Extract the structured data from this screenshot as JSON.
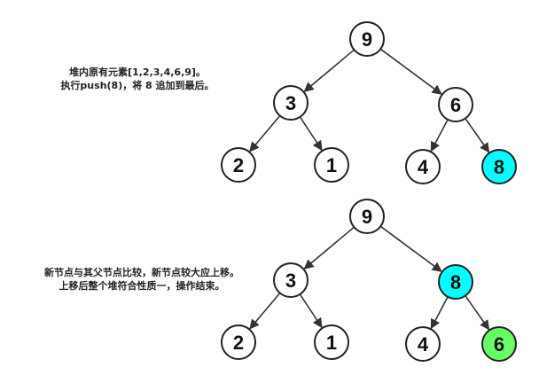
{
  "colors": {
    "node_fill": "#ffffff",
    "node_stroke": "#222222",
    "new_node_fill": "#00ffff",
    "swapped_node_fill": "#66ff66",
    "edge": "#333333",
    "text": "#111111"
  },
  "steps": [
    {
      "caption": [
        "堆内原有元素[1,2,3,4,6,9]。",
        "执行push(8)，将 8 追加到最后。"
      ],
      "nodes": [
        {
          "id": "n0",
          "label": "9",
          "fill": "node_fill"
        },
        {
          "id": "n1",
          "label": "3",
          "fill": "node_fill"
        },
        {
          "id": "n2",
          "label": "6",
          "fill": "node_fill"
        },
        {
          "id": "n3",
          "label": "2",
          "fill": "node_fill"
        },
        {
          "id": "n4",
          "label": "1",
          "fill": "node_fill"
        },
        {
          "id": "n5",
          "label": "4",
          "fill": "node_fill"
        },
        {
          "id": "n6",
          "label": "8",
          "fill": "new_node_fill"
        }
      ],
      "edges": [
        [
          "n0",
          "n1"
        ],
        [
          "n0",
          "n2"
        ],
        [
          "n1",
          "n3"
        ],
        [
          "n1",
          "n4"
        ],
        [
          "n2",
          "n5"
        ],
        [
          "n2",
          "n6"
        ]
      ]
    },
    {
      "caption": [
        "新节点与其父节点比较，新节点较大应上移。",
        "上移后整个堆符合性质一，操作结束。"
      ],
      "nodes": [
        {
          "id": "n0",
          "label": "9",
          "fill": "node_fill"
        },
        {
          "id": "n1",
          "label": "3",
          "fill": "node_fill"
        },
        {
          "id": "n2",
          "label": "8",
          "fill": "new_node_fill"
        },
        {
          "id": "n3",
          "label": "2",
          "fill": "node_fill"
        },
        {
          "id": "n4",
          "label": "1",
          "fill": "node_fill"
        },
        {
          "id": "n5",
          "label": "4",
          "fill": "node_fill"
        },
        {
          "id": "n6",
          "label": "6",
          "fill": "swapped_node_fill"
        }
      ],
      "edges": [
        [
          "n0",
          "n1"
        ],
        [
          "n0",
          "n2"
        ],
        [
          "n1",
          "n3"
        ],
        [
          "n1",
          "n4"
        ],
        [
          "n2",
          "n5"
        ],
        [
          "n2",
          "n6"
        ]
      ]
    }
  ]
}
